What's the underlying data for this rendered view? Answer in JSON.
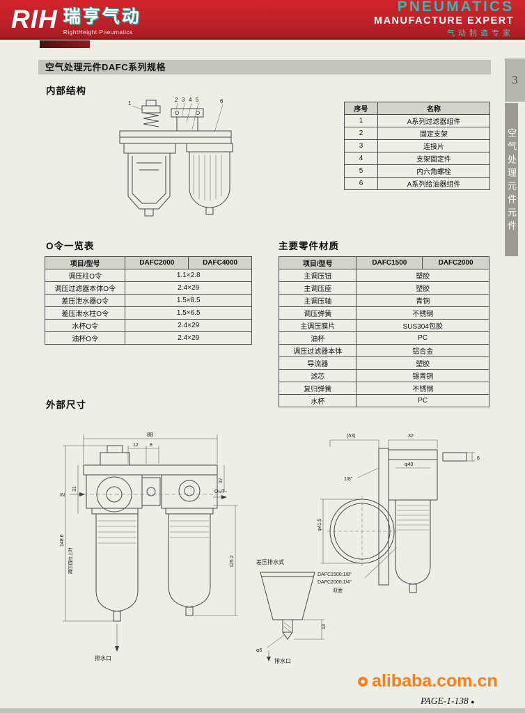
{
  "header": {
    "logo_text": "RIH",
    "logo_cn": "瑞亨气动",
    "logo_sub": "RightHeight Pneumatics",
    "slogan_line1": "PNEUMATICS",
    "slogan_line2": "MANUFACTURE EXPERT",
    "slogan_line3": "气动制造专家"
  },
  "sidebar": {
    "number": "3",
    "label": "空气处理元件元件"
  },
  "page": {
    "title": "空气处理元件DAFC系列规格",
    "section_internal": "内部结构",
    "section_oring": "O令一览表",
    "section_materials": "主要零件材质",
    "section_dims": "外部尺寸"
  },
  "parts_table": {
    "headers": [
      "序号",
      "名称"
    ],
    "rows": [
      [
        "1",
        "A系列过滤器组件"
      ],
      [
        "2",
        "固定支架"
      ],
      [
        "3",
        "连接片"
      ],
      [
        "4",
        "支架固定件"
      ],
      [
        "5",
        "内六角螺栓"
      ],
      [
        "6",
        "A系列给油器组件"
      ]
    ]
  },
  "oring_table": {
    "headers": [
      "项目/型号",
      "DAFC2000",
      "DAFC4000"
    ],
    "rows": [
      [
        "调压柱O令",
        "1.1×2.8"
      ],
      [
        "调压过滤器本体O令",
        "2.4×29"
      ],
      [
        "差压泄水器O令",
        "1.5×8.5"
      ],
      [
        "差压泄水柱O令",
        "1.5×6.5"
      ],
      [
        "水杯O令",
        "2.4×29"
      ],
      [
        "油杯O令",
        "2.4×29"
      ]
    ]
  },
  "materials_table": {
    "headers": [
      "项目/型号",
      "DAFC1500",
      "DAFC2000"
    ],
    "rows": [
      [
        "主调压钮",
        "塑胶"
      ],
      [
        "主调压座",
        "塑胶"
      ],
      [
        "主调压轴",
        "青铜"
      ],
      [
        "调压弹簧",
        "不锈钢"
      ],
      [
        "主调压膜片",
        "SUS304包胶"
      ],
      [
        "油杯",
        "PC"
      ],
      [
        "调压过滤器本体",
        "铝合金"
      ],
      [
        "导流器",
        "塑胶"
      ],
      [
        "滤芯",
        "锡青铜"
      ],
      [
        "复归弹簧",
        "不锈钢"
      ],
      [
        "水杯",
        "PC"
      ]
    ]
  },
  "internal_drawing": {
    "callouts": [
      "1",
      "2",
      "3",
      "4",
      "5",
      "6"
    ]
  },
  "dims_front": {
    "w88": "88",
    "w12": "12",
    "w8": "8",
    "h31": "31",
    "h1486": "148.6",
    "note": "调压钮拉上时",
    "h37": "37",
    "h1252": "125.2",
    "in": "IN",
    "out": "OUT",
    "drain": "排水口"
  },
  "dims_drain": {
    "title": "差压排水式",
    "d5": "φ5",
    "h13": "13",
    "drain": "排水口"
  },
  "dims_side": {
    "w53": "(53)",
    "w32": "32",
    "d40": "φ40",
    "w6": "6",
    "thread": "1/8\"",
    "d415": "φ41.5",
    "port1": "DAFC1500:1/8\"",
    "port2": "DAFC2000:1/4\"",
    "both": "双面"
  },
  "footer": {
    "watermark": "alibaba.com.cn",
    "page_number": "PAGE-1-138",
    "bullet": "●"
  }
}
